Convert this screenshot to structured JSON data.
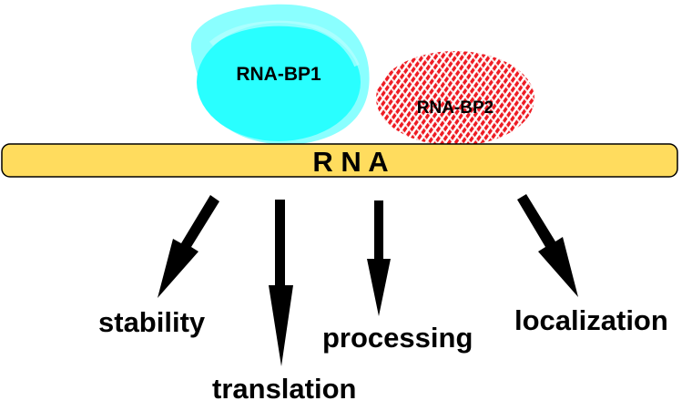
{
  "diagram": {
    "proteins": [
      {
        "id": "bp1",
        "label": "RNA-BP1",
        "color": "#29ffff",
        "color_light": "#8affff",
        "style": "solid-brushed"
      },
      {
        "id": "bp2",
        "label": "RNA-BP2",
        "color": "#ee1c24",
        "style": "crosshatched"
      }
    ],
    "rna": {
      "label": "R N A",
      "color": "#ffdc5e",
      "border": "#000000"
    },
    "outcomes": [
      {
        "id": "stability",
        "label": "stability"
      },
      {
        "id": "translation",
        "label": "translation"
      },
      {
        "id": "processing",
        "label": "processing"
      },
      {
        "id": "localization",
        "label": "localization"
      }
    ]
  }
}
